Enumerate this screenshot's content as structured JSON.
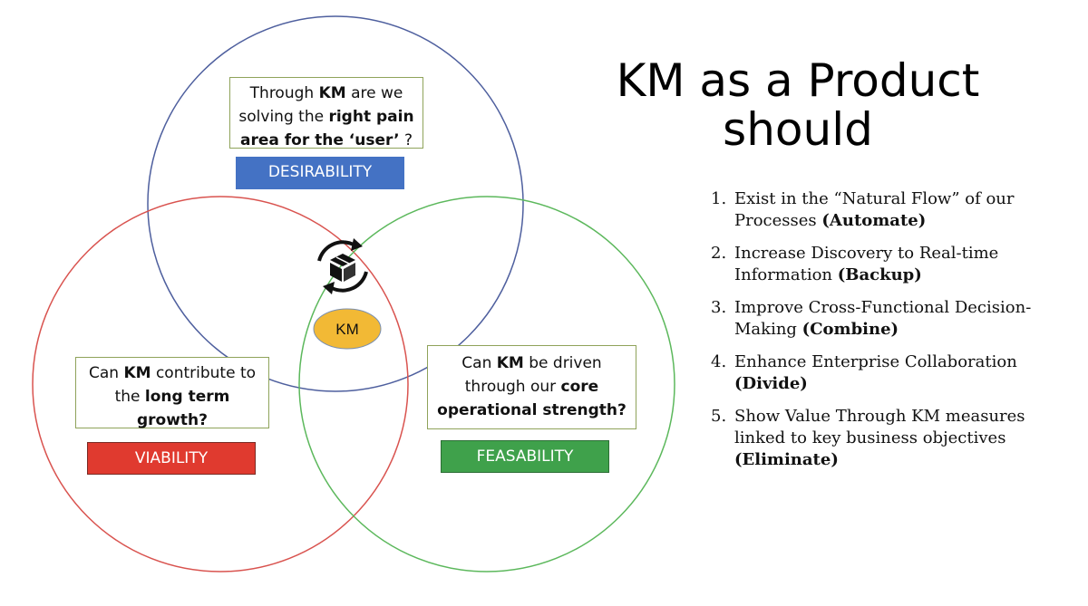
{
  "title": {
    "line1": "KM as a Product",
    "line2": "should"
  },
  "center_label": "KM",
  "desirability": {
    "label": "DESIRABILITY",
    "color": "#4472c4",
    "question": {
      "t1": "Through ",
      "b1": "KM",
      "t2": " are we solving the ",
      "b2": "right pain area for the ‘user’",
      "t3": " ?"
    }
  },
  "viability": {
    "label": "VIABILITY",
    "color": "#e03a2f",
    "question": {
      "t1": "Can ",
      "b1": "KM",
      "t2": " contribute to the ",
      "b2": "long term growth?"
    }
  },
  "feasability": {
    "label": "FEASABILITY",
    "color": "#3fa14b",
    "question": {
      "t1": "Can ",
      "b1": "KM",
      "t2": " be driven through our ",
      "b2": "core operational strength?"
    }
  },
  "circle_colors": {
    "top": "#4e5f9e",
    "left": "#d9534f",
    "right": "#5cb85c"
  },
  "km_color": "#f2b935",
  "icon": "box-cycle-icon",
  "steps": [
    {
      "num": "1.",
      "text": "Exist in the “Natural Flow” of our Processes ",
      "bold": "(Automate)"
    },
    {
      "num": "2.",
      "text": "Increase Discovery to Real-time Information ",
      "bold": "(Backup)"
    },
    {
      "num": "3.",
      "text": "Improve Cross-Functional Decision-Making ",
      "bold": "(Combine)"
    },
    {
      "num": "4.",
      "text": "Enhance Enterprise Collaboration ",
      "bold": "(Divide)"
    },
    {
      "num": "5.",
      "text": "Show Value Through KM measures linked to key business objectives ",
      "bold": "(Eliminate)"
    }
  ]
}
